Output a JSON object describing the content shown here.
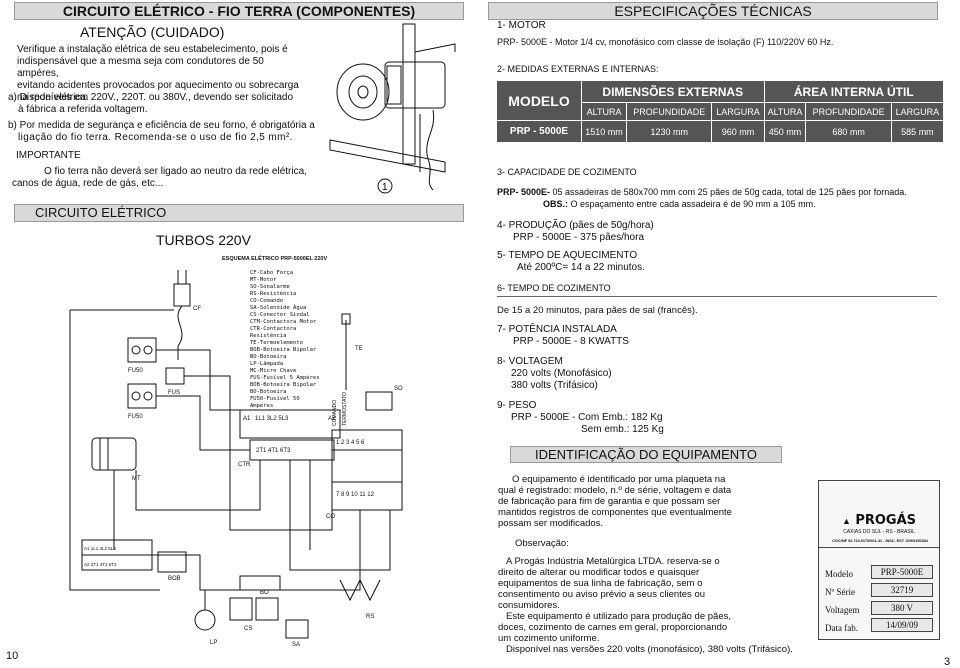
{
  "left": {
    "header_title": "CIRCUITO ELÉTRICO - FIO TERRA (COMPONENTES)",
    "attention_title": "ATENÇÃO (CUIDADO)",
    "attention_lines": [
      "Verifique a instalação elétrica de seu estabelecimento, pois é",
      "indispensável que a mesma seja com condutores de 50 ampéres,",
      "evitando acidentes provocados por aquecimento ou sobrecarga",
      "na rede elétrica."
    ],
    "item_a": [
      "a) Disponíveis em 220V., 220T. ou 380V., devendo ser solicitado",
      "à fábrica a referida voltagem."
    ],
    "item_b": [
      "b) Por medida de segurança e eficiência de seu forno, é obrigatória a",
      "ligação do fio terra. Recomenda-se o uso de fio 2,5 mm²."
    ],
    "important_label": "IMPORTANTE",
    "important_text": [
      "O fio terra não deverá ser ligado ao neutro da rede elétrica,",
      "canos de água, rede de gás, etc..."
    ],
    "circuit_header": "CIRCUITO ELÉTRICO",
    "turbos": "TURBOS 220V",
    "schema_title": "ESQUEMA ELÉTRICO PRP-5000EL 220V",
    "legend": [
      "CF-Cabo Força",
      "MT-Motor",
      "SO-Sonalarme",
      "RS-Resistência",
      "CO-Comando",
      "SA-Solenóide Água",
      "CS-Conector Sindal",
      "CTM-Contactora Motor",
      "CTR-Contactora Resistência",
      "TE-Termoelemento",
      "BOB-Botoeira Bipolar",
      "BO-Botoeira",
      "LP-Lâmpada",
      "MC-Micro Chave",
      "FUS-Fusível 5 Ampéres",
      "BOB-Botoeira Bipolar",
      "BO-Botoeira",
      "FU50-Fusível 50 Ampéres"
    ],
    "diagram_labels": {
      "cf": "CF",
      "fu50_a": "FU50",
      "fu50_b": "FU50",
      "fus": "FUS",
      "mt": "MT",
      "ctr": "CTR",
      "te": "TE",
      "so": "SO",
      "co": "CO",
      "bob": "BOB",
      "cs": "CS",
      "rs": "RS",
      "bo": "BO",
      "lp": "LP",
      "sa": "SA",
      "a1": "A1",
      "l1_3": "1L1  3L2  5L3",
      "a2": "A2",
      "t_row": "2T1  4T1  6T3",
      "co_top": "1 2 3 4 5 6",
      "co_bot": "7 8 9 10 11 12",
      "vert_a": "COMANDO",
      "vert_b": "TERMOSTATO",
      "mini_top": "A1 1L1 3L2 5L3",
      "mini_bot": "A2 2T1 4T1 6T3"
    },
    "figure_number": "1",
    "page_number": "10"
  },
  "right": {
    "header_title": "ESPECIFICAÇÕES TÉCNICAS",
    "motor_title": "1- MOTOR",
    "motor_text": "PRP- 5000E - Motor 1/4 cv, monofásico com classe de isolação (F) 110/220V 60 Hz.",
    "measures_title": "2- MEDIDAS EXTERNAS E INTERNAS:",
    "table": {
      "modelo": "MODELO",
      "ext": "DIMENSÕES EXTERNAS",
      "int": "ÁREA INTERNA ÚTIL",
      "cols": [
        "ALTURA",
        "PROFUNDIDADE",
        "LARGURA",
        "ALTURA",
        "PROFUNDIDADE",
        "LARGURA"
      ],
      "row_model": "PRP - 5000E",
      "row_values": [
        "1510 mm",
        "1230 mm",
        "960 mm",
        "450 mm",
        "680 mm",
        "585 mm"
      ]
    },
    "capacity_title": "3- CAPACIDADE DE COZIMENTO",
    "capacity_line1_bold": "PRP- 5000E-",
    "capacity_line1": " 05 assadeiras de 580x700 mm com 25 pães de 50g cada, total de 125 pães por fornada.",
    "capacity_line2_bold": "OBS.:",
    "capacity_line2": " O espaçamento entre cada assadeira é de 90 mm a 105 mm.",
    "production_title": "4- PRODUÇÃO (pães de 50g/hora)",
    "production_text": "PRP - 5000E - 375 pães/hora",
    "heat_title": "5- TEMPO DE AQUECIMENTO",
    "heat_text": "Até 200ºC= 14 a 22 minutos.",
    "cook_title": "6- TEMPO DE COZIMENTO",
    "cook_text": "De 15 a 20 minutos, para pães de sal (francês).",
    "power_title": "7- POTÊNCIA INSTALADA",
    "power_text": "PRP - 5000E - 8 KWATTS",
    "voltage_title": "8- VOLTAGEM",
    "voltage_lines": [
      "220 volts (Monofásico)",
      "380 volts (Trifásico)"
    ],
    "weight_title": "9- PESO",
    "weight_lines": [
      "PRP - 5000E - Com Emb.: 182 Kg",
      "Sem  emb.: 125 Kg"
    ],
    "ident_header": "IDENTIFICAÇÃO DO EQUIPAMENTO",
    "ident_text": [
      "O equipamento é identificado por uma plaqueta na",
      "qual é registrado: modelo, n.º de série, voltagem e data",
      "de fabricação para fim de garantia e que possam ser",
      "mantidos registros de componentes que  eventualmente",
      "possam ser modificados."
    ],
    "obs_label": "Observação:",
    "obs_text": [
      "A Progás Indústria Metalúrgica LTDA. reserva-se o",
      "direito de alterar ou modificar todos e quaisquer",
      "equipamentos de sua linha de fabricação, sem o",
      "consentimento ou aviso prévio a seus clientes ou",
      "consumidores.",
      "Este equipamento é utilizado para produção de pães,",
      "doces, cozimento de carnes em geral, proporcionando",
      "um cozimento uniforme.",
      "Disponível nas versões 220 volts (monofásico), 380 volts (Trifásico)."
    ],
    "plate": {
      "city": "CAXIAS DO SUL - RS - BRASIL",
      "brand": "PROGÁS",
      "cnpj": "CGC/MF 92.724.017/0001-41  -  INSC. EST. 029/0150284",
      "labels": [
        "Modelo",
        "Nº Série",
        "Voltagem",
        "Data fab."
      ],
      "values": [
        "PRP-5000E",
        "32719",
        "380 V",
        "14/09/09"
      ]
    },
    "page_number": "3"
  }
}
